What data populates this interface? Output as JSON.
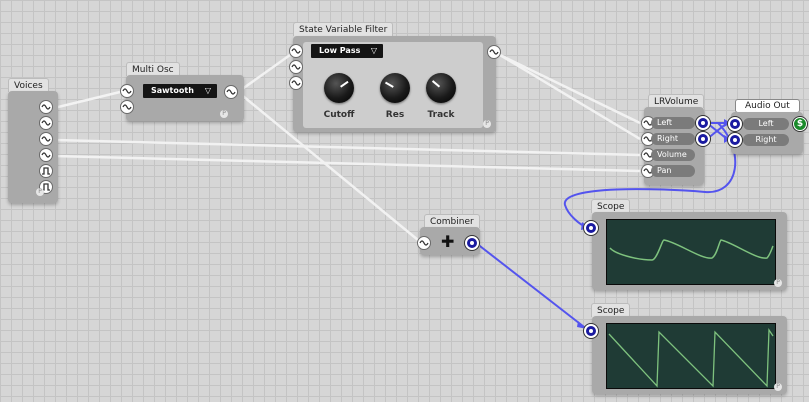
{
  "modules": {
    "voices": {
      "title": "Voices",
      "p": "P"
    },
    "multi_osc": {
      "title": "Multi Osc",
      "waveform": "Sawtooth",
      "p": "P"
    },
    "svf": {
      "title": "State Variable Filter",
      "mode": "Low Pass",
      "knobs": [
        "Cutoff",
        "Res",
        "Track"
      ],
      "p": "P"
    },
    "lrvolume": {
      "title": "LRVolume",
      "ports": [
        "Left",
        "Right",
        "Volume",
        "Pan"
      ],
      "p": "P"
    },
    "audio_out": {
      "title": "Audio Out",
      "ports": [
        "Left",
        "Right"
      ],
      "badge": "$"
    },
    "combiner": {
      "title": "Combiner",
      "p": "P"
    },
    "scope1": {
      "title": "Scope",
      "p": "P"
    },
    "scope2": {
      "title": "Scope",
      "p": "P"
    }
  },
  "dropdown_arrow": "▽",
  "colors": {
    "wire": "#f2f2f2",
    "blue_wire": "#5a5af0",
    "scope_trace": "#7ec27e"
  }
}
